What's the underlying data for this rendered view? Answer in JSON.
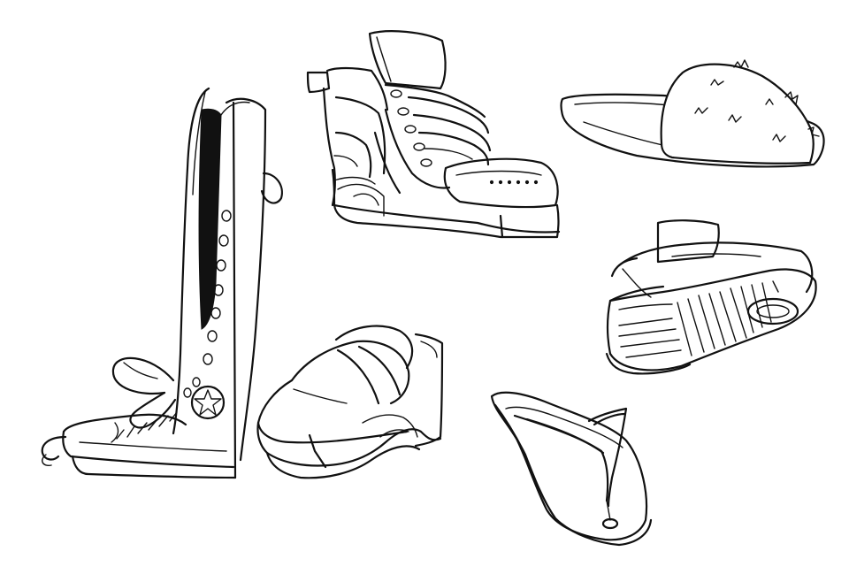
{
  "image": {
    "background_color": "#ffffff",
    "ink_color": "#111111",
    "drawings": [
      {
        "id": "high-top-sneaker",
        "icon": "high-top-boot-drawing"
      },
      {
        "id": "chunky-sneaker",
        "icon": "sneaker-drawing"
      },
      {
        "id": "tennis-ball-sole",
        "icon": "fuzzy-dome-drawing"
      },
      {
        "id": "shoe-sole-view",
        "icon": "upside-down-shoe-drawing"
      },
      {
        "id": "slip-on-loafer",
        "icon": "loafer-drawing"
      },
      {
        "id": "flip-flop",
        "icon": "flip-flop-drawing"
      }
    ]
  }
}
